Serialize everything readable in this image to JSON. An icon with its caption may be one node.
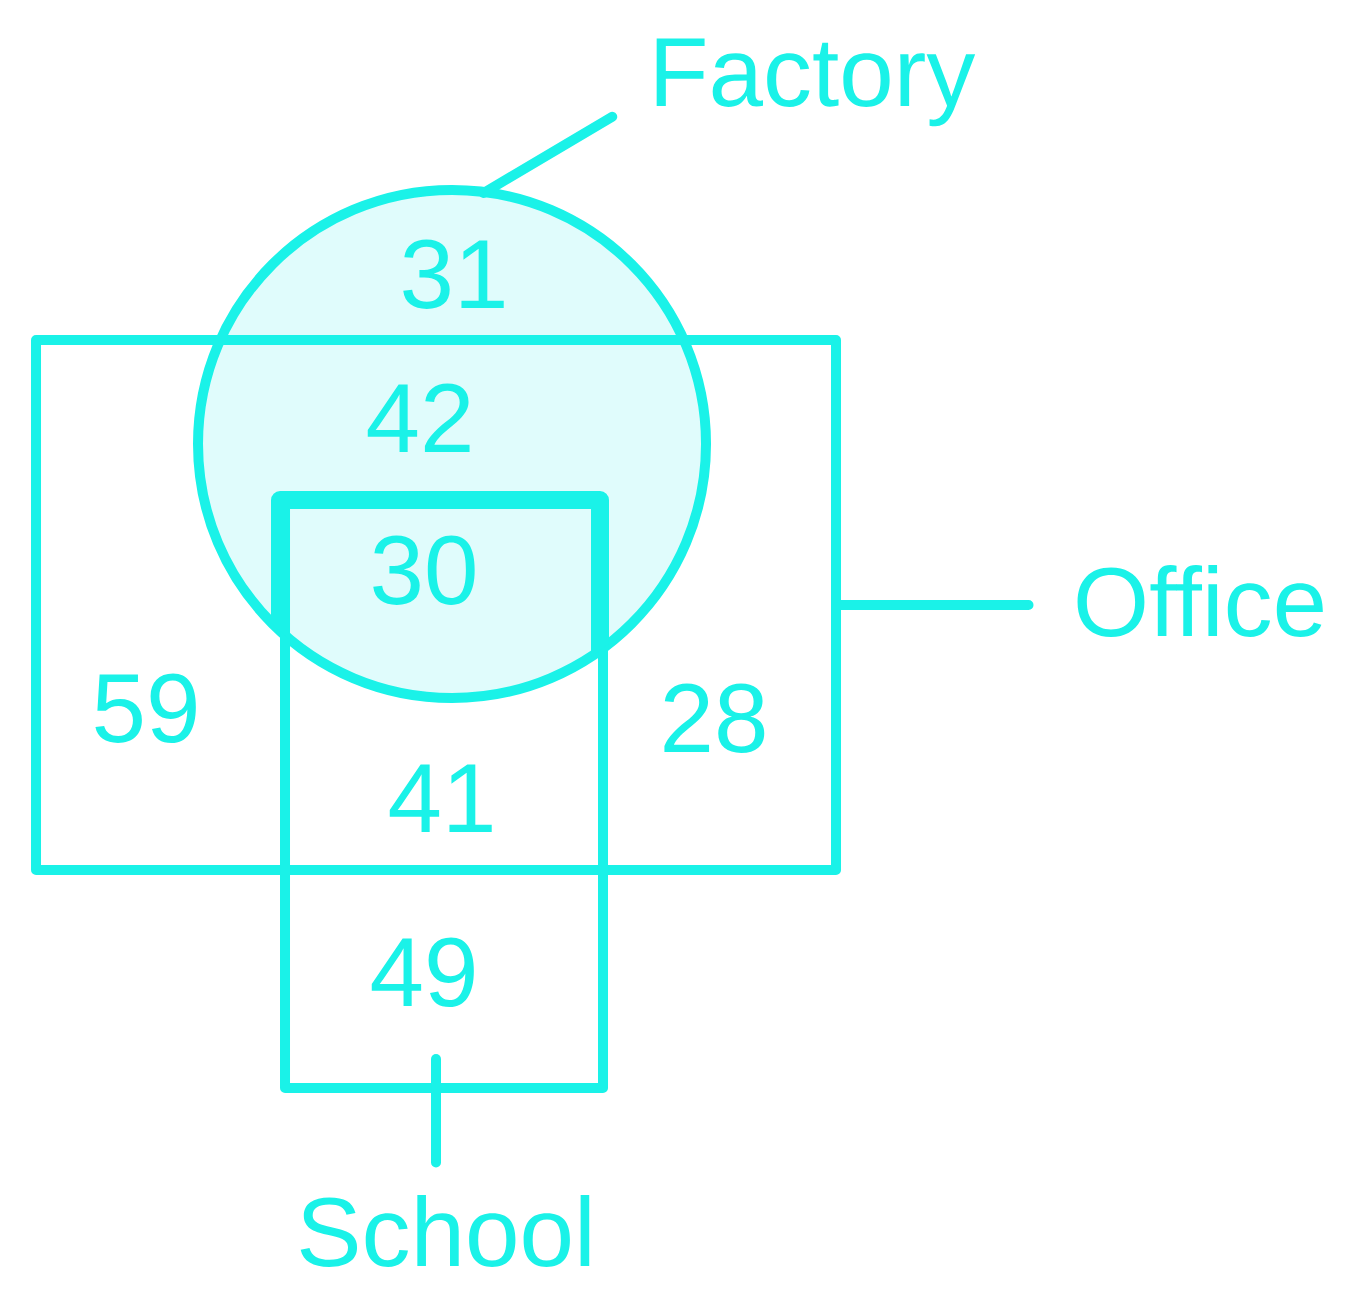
{
  "diagram": {
    "nodes": [
      {
        "text": [
          "Factory"
        ]
      },
      {
        "text": [],
        "shape": "circle"
      },
      {
        "text": [
          "Office"
        ]
      },
      {
        "text": [],
        "shape": "box"
      },
      {
        "text": [
          "School"
        ]
      },
      {
        "text": [],
        "shape": "box"
      }
    ],
    "edges": [
      {
        "from": 0,
        "to": 1,
        "arrow": "none"
      },
      {
        "from": 2,
        "to": 3,
        "arrow": "none"
      },
      {
        "from": 4,
        "to": 5,
        "arrow": "none"
      }
    ],
    "labels": [
      "31",
      "42",
      "30",
      "59",
      "28",
      "41",
      "49"
    ]
  }
}
